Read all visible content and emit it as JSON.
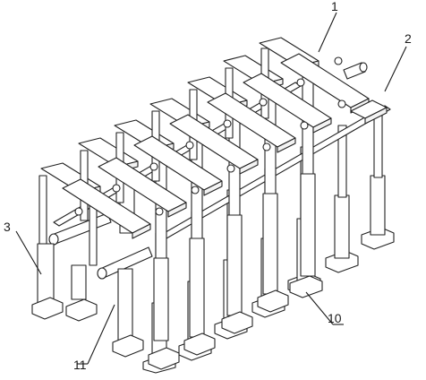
{
  "callouts": [
    {
      "id": "c1",
      "text": "1"
    },
    {
      "id": "c2",
      "text": "2"
    },
    {
      "id": "c3",
      "text": "3"
    },
    {
      "id": "c10",
      "text": "10"
    },
    {
      "id": "c11",
      "text": "11"
    }
  ]
}
